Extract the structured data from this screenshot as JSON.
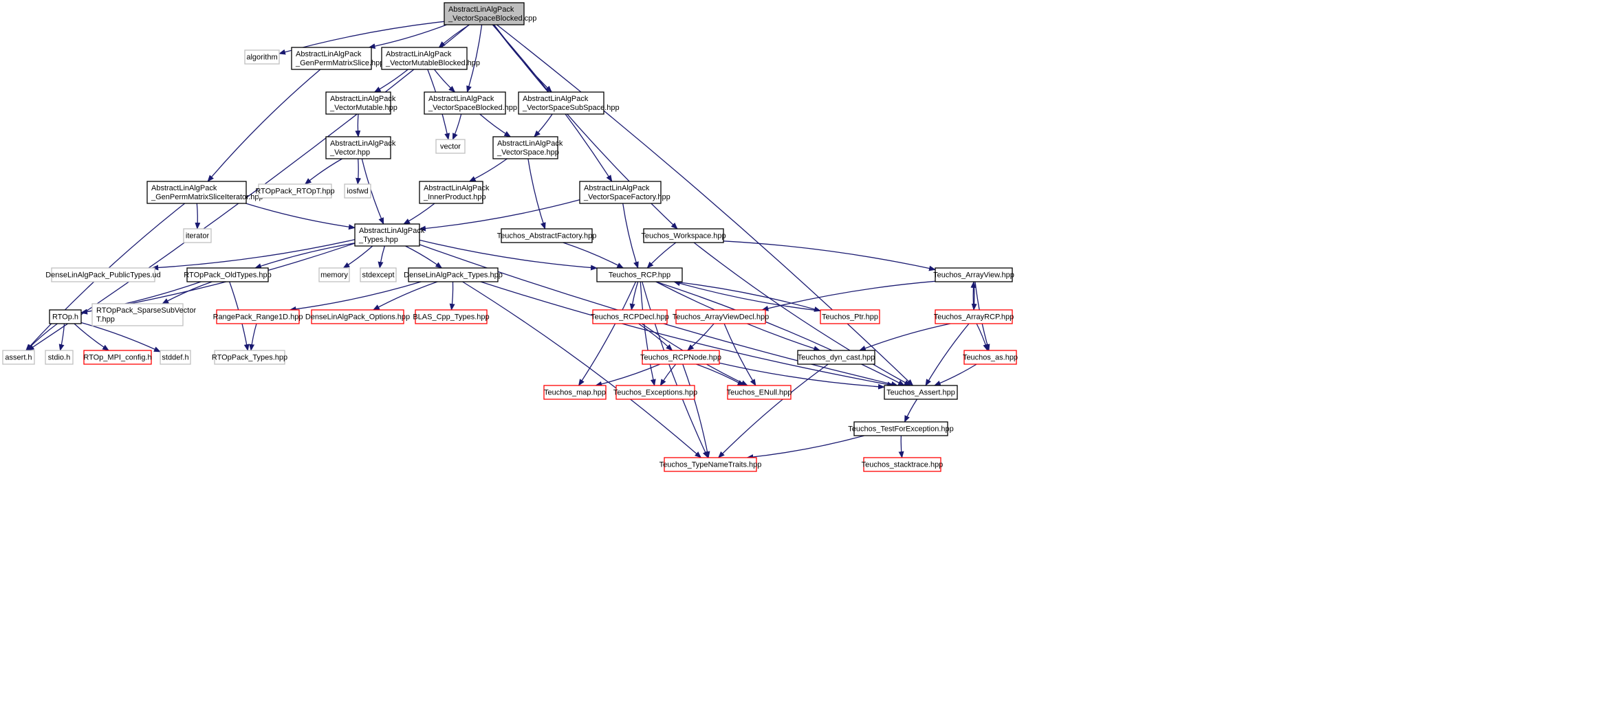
{
  "graph": {
    "title": "AbstractLinAlgPack_VectorSpaceBlocked.cpp include dependency graph",
    "style": {
      "edge_color": "#191970",
      "root_fill": "#bfbfbf",
      "documented_border": "#000000",
      "undocumented_border": "#bfbfbf",
      "truncated_border": "#ff0000"
    },
    "nodes": [
      {
        "id": "root",
        "lines": [
          "AbstractLinAlgPack",
          "_VectorSpaceBlocked.cpp"
        ],
        "kind": "root"
      },
      {
        "id": "assert",
        "lines": [
          "assert.h"
        ],
        "kind": "undocumented"
      },
      {
        "id": "algorithm",
        "lines": [
          "algorithm"
        ],
        "kind": "undocumented"
      },
      {
        "id": "gpms",
        "lines": [
          "AbstractLinAlgPack",
          "_GenPermMatrixSlice.hpp"
        ],
        "kind": "documented"
      },
      {
        "id": "vmb",
        "lines": [
          "AbstractLinAlgPack",
          "_VectorMutableBlocked.hpp"
        ],
        "kind": "documented"
      },
      {
        "id": "vm",
        "lines": [
          "AbstractLinAlgPack",
          "_VectorMutable.hpp"
        ],
        "kind": "documented"
      },
      {
        "id": "vsb",
        "lines": [
          "AbstractLinAlgPack",
          "_VectorSpaceBlocked.hpp"
        ],
        "kind": "documented"
      },
      {
        "id": "vss",
        "lines": [
          "AbstractLinAlgPack",
          "_VectorSpaceSubSpace.hpp"
        ],
        "kind": "documented"
      },
      {
        "id": "vec",
        "lines": [
          "AbstractLinAlgPack",
          "_Vector.hpp"
        ],
        "kind": "documented"
      },
      {
        "id": "vector",
        "lines": [
          "vector"
        ],
        "kind": "undocumented"
      },
      {
        "id": "vs",
        "lines": [
          "AbstractLinAlgPack",
          "_VectorSpace.hpp"
        ],
        "kind": "documented"
      },
      {
        "id": "gpmsi",
        "lines": [
          "AbstractLinAlgPack",
          "_GenPermMatrixSliceIterator.hpp"
        ],
        "kind": "documented"
      },
      {
        "id": "rtopt",
        "lines": [
          "RTOpPack_RTOpT.hpp"
        ],
        "kind": "undocumented"
      },
      {
        "id": "iosfwd",
        "lines": [
          "iosfwd"
        ],
        "kind": "undocumented"
      },
      {
        "id": "ip",
        "lines": [
          "AbstractLinAlgPack",
          "_InnerProduct.hpp"
        ],
        "kind": "documented"
      },
      {
        "id": "vsf",
        "lines": [
          "AbstractLinAlgPack",
          "_VectorSpaceFactory.hpp"
        ],
        "kind": "documented"
      },
      {
        "id": "iterator",
        "lines": [
          "iterator"
        ],
        "kind": "undocumented"
      },
      {
        "id": "types",
        "lines": [
          "AbstractLinAlgPack",
          "_Types.hpp"
        ],
        "kind": "documented"
      },
      {
        "id": "absfac",
        "lines": [
          "Teuchos_AbstractFactory.hpp"
        ],
        "kind": "documented"
      },
      {
        "id": "workspace",
        "lines": [
          "Teuchos_Workspace.hpp"
        ],
        "kind": "documented"
      },
      {
        "id": "dlpub",
        "lines": [
          "DenseLinAlgPack_PublicTypes.ud"
        ],
        "kind": "undocumented"
      },
      {
        "id": "oldtypes",
        "lines": [
          "RTOpPack_OldTypes.hpp"
        ],
        "kind": "documented"
      },
      {
        "id": "memory",
        "lines": [
          "memory"
        ],
        "kind": "undocumented"
      },
      {
        "id": "stdexcept",
        "lines": [
          "stdexcept"
        ],
        "kind": "undocumented"
      },
      {
        "id": "dltypes",
        "lines": [
          "DenseLinAlgPack_Types.hpp"
        ],
        "kind": "documented"
      },
      {
        "id": "rcp",
        "lines": [
          "Teuchos_RCP.hpp"
        ],
        "kind": "documented"
      },
      {
        "id": "arrayview",
        "lines": [
          "Teuchos_ArrayView.hpp"
        ],
        "kind": "documented"
      },
      {
        "id": "rtoph",
        "lines": [
          "RTOp.h"
        ],
        "kind": "documented"
      },
      {
        "id": "sparse",
        "lines": [
          "RTOpPack_SparseSubVector",
          "T.hpp"
        ],
        "kind": "undocumented"
      },
      {
        "id": "range1d",
        "lines": [
          "RangePack_Range1D.hpp"
        ],
        "kind": "truncated"
      },
      {
        "id": "dlopts",
        "lines": [
          "DenseLinAlgPack_Options.hpp"
        ],
        "kind": "truncated"
      },
      {
        "id": "blas",
        "lines": [
          "BLAS_Cpp_Types.hpp"
        ],
        "kind": "truncated"
      },
      {
        "id": "rcpdecl",
        "lines": [
          "Teuchos_RCPDecl.hpp"
        ],
        "kind": "truncated"
      },
      {
        "id": "avdecl",
        "lines": [
          "Teuchos_ArrayViewDecl.hpp"
        ],
        "kind": "truncated"
      },
      {
        "id": "ptr",
        "lines": [
          "Teuchos_Ptr.hpp"
        ],
        "kind": "truncated"
      },
      {
        "id": "arrayrcp",
        "lines": [
          "Teuchos_ArrayRCP.hpp"
        ],
        "kind": "truncated"
      },
      {
        "id": "stdio",
        "lines": [
          "stdio.h"
        ],
        "kind": "undocumented"
      },
      {
        "id": "mpiconfig",
        "lines": [
          "RTOp_MPI_config.h"
        ],
        "kind": "truncated"
      },
      {
        "id": "stddef",
        "lines": [
          "stddef.h"
        ],
        "kind": "undocumented"
      },
      {
        "id": "rtoptypes",
        "lines": [
          "RTOpPack_Types.hpp"
        ],
        "kind": "undocumented"
      },
      {
        "id": "rcpnode",
        "lines": [
          "Teuchos_RCPNode.hpp"
        ],
        "kind": "truncated"
      },
      {
        "id": "dyncast",
        "lines": [
          "Teuchos_dyn_cast.hpp"
        ],
        "kind": "documented"
      },
      {
        "id": "as",
        "lines": [
          "Teuchos_as.hpp"
        ],
        "kind": "truncated"
      },
      {
        "id": "map",
        "lines": [
          "Teuchos_map.hpp"
        ],
        "kind": "truncated"
      },
      {
        "id": "exceptions",
        "lines": [
          "Teuchos_Exceptions.hpp"
        ],
        "kind": "truncated"
      },
      {
        "id": "enull",
        "lines": [
          "Teuchos_ENull.hpp"
        ],
        "kind": "truncated"
      },
      {
        "id": "tassert",
        "lines": [
          "Teuchos_Assert.hpp"
        ],
        "kind": "documented"
      },
      {
        "id": "tfe",
        "lines": [
          "Teuchos_TestForException.hpp"
        ],
        "kind": "documented"
      },
      {
        "id": "tnt",
        "lines": [
          "Teuchos_TypeNameTraits.hpp"
        ],
        "kind": "truncated"
      },
      {
        "id": "stacktrace",
        "lines": [
          "Teuchos_stacktrace.hpp"
        ],
        "kind": "truncated"
      }
    ],
    "edges": [
      [
        "root",
        "assert"
      ],
      [
        "root",
        "algorithm"
      ],
      [
        "root",
        "gpms"
      ],
      [
        "root",
        "vmb"
      ],
      [
        "root",
        "vsb"
      ],
      [
        "root",
        "vss"
      ],
      [
        "root",
        "vsf"
      ],
      [
        "root",
        "workspace"
      ],
      [
        "root",
        "tassert"
      ],
      [
        "gpms",
        "gpmsi"
      ],
      [
        "vmb",
        "vm"
      ],
      [
        "vmb",
        "vsb"
      ],
      [
        "vmb",
        "vector"
      ],
      [
        "vm",
        "vec"
      ],
      [
        "vsb",
        "vector"
      ],
      [
        "vsb",
        "vs"
      ],
      [
        "vss",
        "vs"
      ],
      [
        "vec",
        "rtopt"
      ],
      [
        "vec",
        "iosfwd"
      ],
      [
        "vec",
        "types"
      ],
      [
        "vs",
        "ip"
      ],
      [
        "vs",
        "absfac"
      ],
      [
        "ip",
        "types"
      ],
      [
        "gpmsi",
        "assert"
      ],
      [
        "gpmsi",
        "iterator"
      ],
      [
        "gpmsi",
        "types"
      ],
      [
        "vsf",
        "types"
      ],
      [
        "vsf",
        "rcp"
      ],
      [
        "types",
        "dlpub"
      ],
      [
        "types",
        "oldtypes"
      ],
      [
        "types",
        "memory"
      ],
      [
        "types",
        "stdexcept"
      ],
      [
        "types",
        "dltypes"
      ],
      [
        "types",
        "rcp"
      ],
      [
        "types",
        "rtoph"
      ],
      [
        "types",
        "tassert"
      ],
      [
        "absfac",
        "rcp"
      ],
      [
        "workspace",
        "rcp"
      ],
      [
        "workspace",
        "arrayview"
      ],
      [
        "workspace",
        "tassert"
      ],
      [
        "oldtypes",
        "rtoph"
      ],
      [
        "oldtypes",
        "sparse"
      ],
      [
        "oldtypes",
        "rtoptypes"
      ],
      [
        "rtoph",
        "assert"
      ],
      [
        "rtoph",
        "stdio"
      ],
      [
        "rtoph",
        "mpiconfig"
      ],
      [
        "rtoph",
        "stddef"
      ],
      [
        "range1d",
        "rtoptypes"
      ],
      [
        "dltypes",
        "range1d"
      ],
      [
        "dltypes",
        "dlopts"
      ],
      [
        "dltypes",
        "blas"
      ],
      [
        "dltypes",
        "tassert"
      ],
      [
        "dltypes",
        "tnt"
      ],
      [
        "rcp",
        "rcpdecl"
      ],
      [
        "rcp",
        "ptr"
      ],
      [
        "rcp",
        "dyncast"
      ],
      [
        "rcp",
        "map"
      ],
      [
        "rcp",
        "exceptions"
      ],
      [
        "rcp",
        "tassert"
      ],
      [
        "rcp",
        "tnt"
      ],
      [
        "rcpdecl",
        "rcpnode"
      ],
      [
        "rcpdecl",
        "enull"
      ],
      [
        "avdecl",
        "rcpnode"
      ],
      [
        "avdecl",
        "enull"
      ],
      [
        "ptr",
        "rcp"
      ],
      [
        "arrayview",
        "avdecl"
      ],
      [
        "arrayview",
        "arrayrcp"
      ],
      [
        "arrayview",
        "as"
      ],
      [
        "arrayrcp",
        "arrayview"
      ],
      [
        "arrayrcp",
        "dyncast"
      ],
      [
        "arrayrcp",
        "as"
      ],
      [
        "arrayrcp",
        "tassert"
      ],
      [
        "rcpnode",
        "map"
      ],
      [
        "rcpnode",
        "exceptions"
      ],
      [
        "rcpnode",
        "enull"
      ],
      [
        "rcpnode",
        "tassert"
      ],
      [
        "rcpnode",
        "tnt"
      ],
      [
        "dyncast",
        "tnt"
      ],
      [
        "as",
        "tassert"
      ],
      [
        "tassert",
        "tfe"
      ],
      [
        "tfe",
        "tnt"
      ],
      [
        "tfe",
        "stacktrace"
      ]
    ]
  }
}
